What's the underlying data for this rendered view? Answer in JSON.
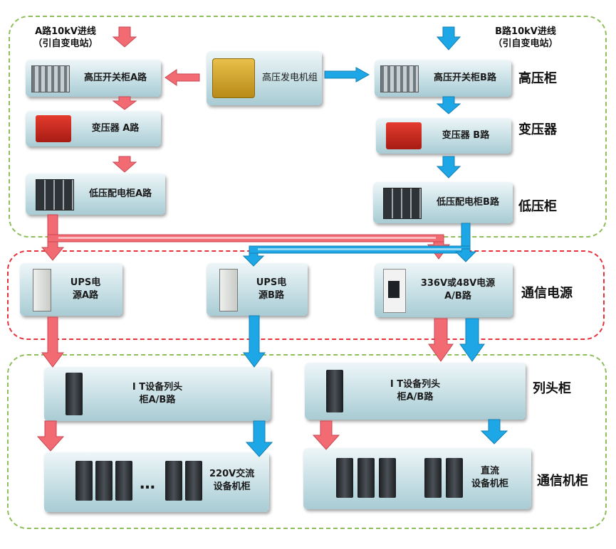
{
  "sources": {
    "a_feed": [
      "A路10kV进线",
      "（引自变电站）"
    ],
    "b_feed": [
      "B路10kV进线",
      "（引自变电站）"
    ]
  },
  "boxes": {
    "generator": "高压发电机组",
    "hv_a": "高压开关柜A路",
    "hv_b": "高压开关柜B路",
    "tx_a": "变压器 A路",
    "tx_b": "变压器 B路",
    "lv_a": "低压配电柜A路",
    "lv_b": "低压配电柜B路",
    "ups_a": [
      "UPS电",
      "源A路"
    ],
    "ups_b": [
      "UPS电",
      "源B路"
    ],
    "dc_power": [
      "336V或48V电源",
      "A/B路"
    ],
    "it_head_left": [
      "I T设备列头",
      "柜A/B路"
    ],
    "it_head_right": [
      "I T设备列头",
      "柜A/B路"
    ],
    "ac_racks": [
      "220V交流",
      "设备机柜"
    ],
    "ac_ellipsis": "…",
    "dc_racks": [
      "直流",
      "设备机柜"
    ]
  },
  "tags": {
    "hv": "高压柜",
    "tx": "变压器",
    "lv": "低压柜",
    "comm_power": "通信电源",
    "head_cab": "列头柜",
    "comm_cab": "通信机柜"
  },
  "colors": {
    "a_arrow": "#f26b73",
    "b_arrow": "#1ea7e6",
    "green_dash": "#8fbe5a",
    "red_dash": "#e8323a"
  }
}
